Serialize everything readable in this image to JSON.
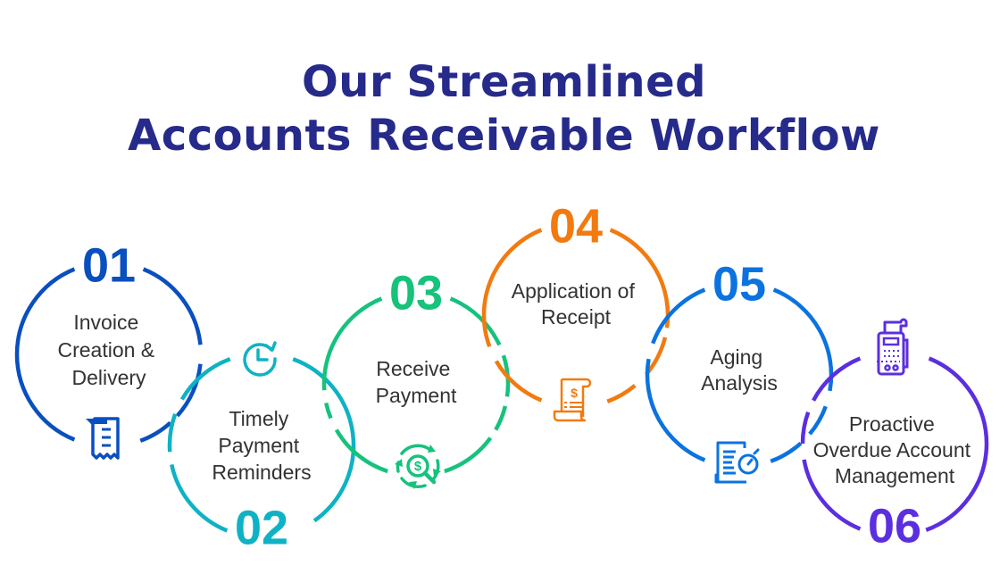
{
  "title": {
    "line1": "Our Streamlined",
    "line2": "Accounts Receivable Workflow",
    "color": "#262a8a"
  },
  "steps": [
    {
      "number": "01",
      "lines": [
        "Invoice",
        "Creation &",
        "Delivery"
      ],
      "color": "#0a4fbf",
      "icon": "receipt-icon",
      "number_position": "top",
      "icon_position": "bottom"
    },
    {
      "number": "02",
      "lines": [
        "Timely",
        "Payment",
        "Reminders"
      ],
      "color": "#0fb2c4",
      "icon": "clock-refresh-icon",
      "number_position": "bottom",
      "icon_position": "top"
    },
    {
      "number": "03",
      "lines": [
        "Receive",
        "Payment"
      ],
      "color": "#16c27c",
      "icon": "dollar-search-cycle-icon",
      "number_position": "top",
      "icon_position": "bottom"
    },
    {
      "number": "04",
      "lines": [
        "Application of",
        "Receipt"
      ],
      "color": "#f27a0f",
      "icon": "dollar-scroll-icon",
      "number_position": "top",
      "icon_position": "bottom"
    },
    {
      "number": "05",
      "lines": [
        "Aging",
        "Analysis"
      ],
      "color": "#0b73e0",
      "icon": "document-stopwatch-icon",
      "number_position": "top",
      "icon_position": "bottom"
    },
    {
      "number": "06",
      "lines": [
        "Proactive",
        "Overdue Account",
        "Management"
      ],
      "color": "#5b2fe0",
      "icon": "payment-terminal-icon",
      "number_position": "bottom",
      "icon_position": "top"
    }
  ]
}
